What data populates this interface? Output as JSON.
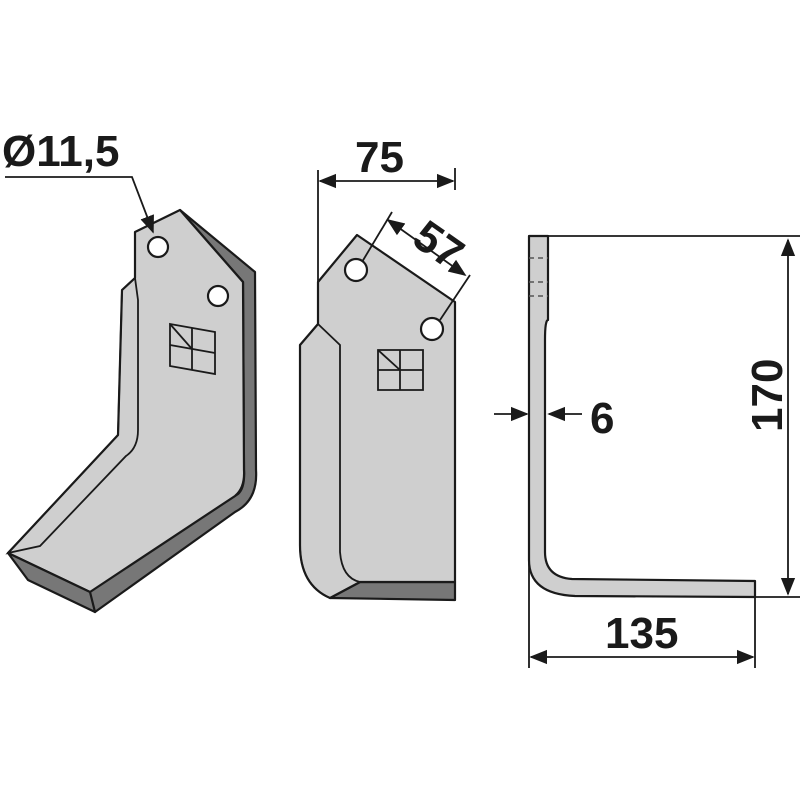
{
  "dimensions": {
    "hole_diameter": "Ø11,5",
    "width": "75",
    "hole_spacing": "57",
    "thickness": "6",
    "height": "170",
    "length": "135"
  },
  "colors": {
    "blade_face": "#cfcfcf",
    "blade_highlight": "#e6e6e6",
    "blade_edge": "#777777",
    "line": "#1a1a1a",
    "background": "#ffffff"
  }
}
